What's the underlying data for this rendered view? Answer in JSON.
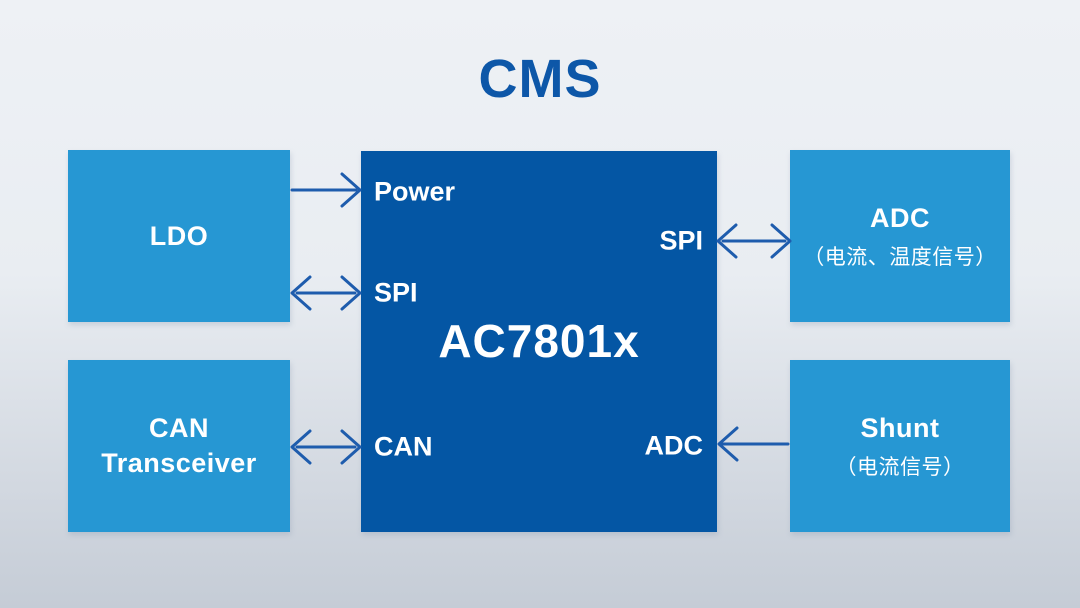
{
  "title": "CMS",
  "colors": {
    "bg_top": "#EEF1F5",
    "bg_bottom": "#C5CCD6",
    "block_light": "#2697D3",
    "block_dark": "#0456A4",
    "arrow": "#1E5CAD",
    "title": "#0D57A8",
    "text_on_block": "#FFFFFF"
  },
  "blocks": {
    "ldo": {
      "label": "LDO"
    },
    "can_transceiver": {
      "line1": "CAN",
      "line2": "Transceiver"
    },
    "adc": {
      "label": "ADC",
      "subtitle": "（电流、温度信号）"
    },
    "shunt": {
      "label": "Shunt",
      "subtitle": "（电流信号）"
    }
  },
  "center": {
    "label": "AC7801x",
    "port_power": "Power",
    "port_spi_left": "SPI",
    "port_spi_right": "SPI",
    "port_can": "CAN",
    "port_adc": "ADC"
  },
  "connections": [
    {
      "from": "LDO",
      "to": "AC7801x",
      "port": "Power",
      "direction": "unidirectional-into-chip"
    },
    {
      "from": "LDO",
      "to": "AC7801x",
      "port": "SPI",
      "direction": "bidirectional"
    },
    {
      "from": "CAN Transceiver",
      "to": "AC7801x",
      "port": "CAN",
      "direction": "bidirectional"
    },
    {
      "from": "AC7801x",
      "to": "ADC",
      "port": "SPI",
      "direction": "bidirectional"
    },
    {
      "from": "Shunt",
      "to": "AC7801x",
      "port": "ADC",
      "direction": "unidirectional-into-chip"
    }
  ]
}
